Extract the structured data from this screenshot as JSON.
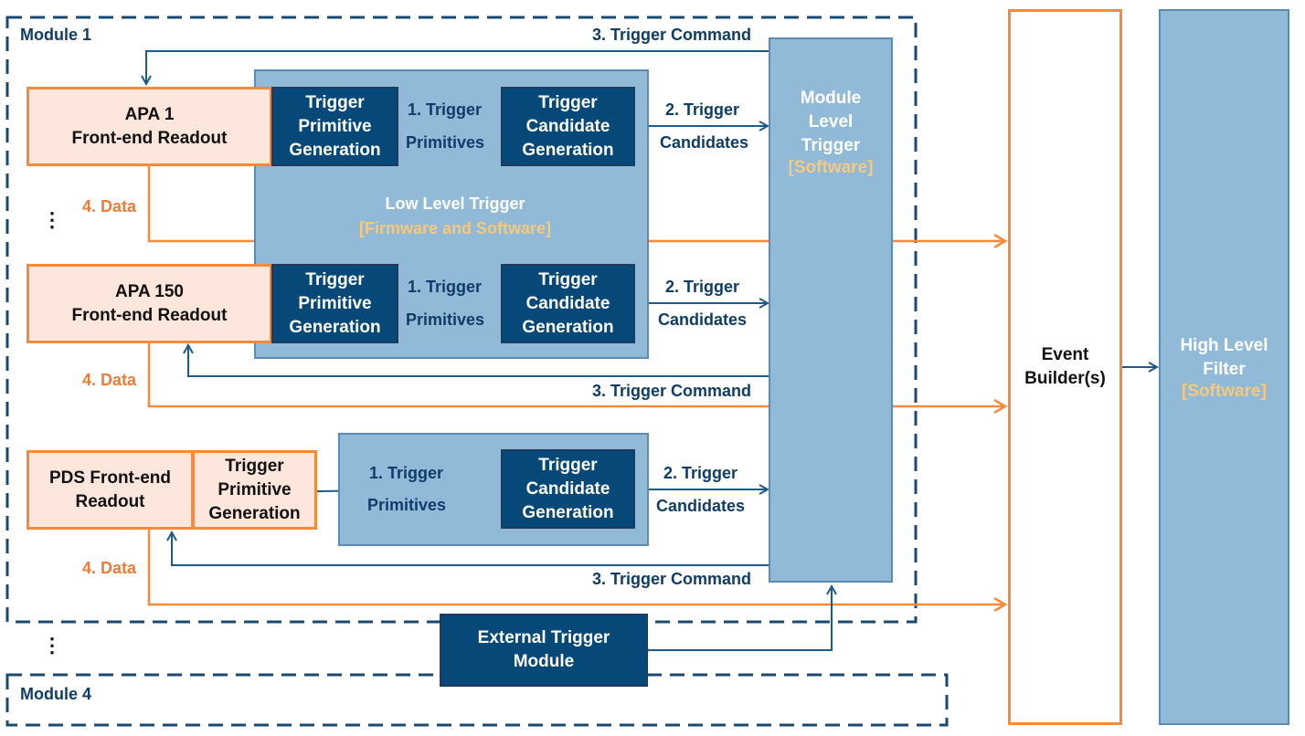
{
  "modules": {
    "module1_label": "Module 1",
    "module4_label": "Module 4",
    "ellipsis": "⋮"
  },
  "apa1": {
    "readout": "APA 1\nFront-end Readout",
    "tp": "Trigger\nPrimitive\nGeneration",
    "tc": "Trigger\nCandidate\nGeneration",
    "tp_edge_1": "1. Trigger",
    "tp_edge_2": "Primitives",
    "tc_edge_1": "2. Trigger",
    "tc_edge_2": "Candidates",
    "data": "4. Data",
    "cmd": "3. Trigger Command"
  },
  "apa150": {
    "readout": "APA 150\nFront-end Readout",
    "tp": "Trigger\nPrimitive\nGeneration",
    "tc": "Trigger\nCandidate\nGeneration",
    "tp_edge_1": "1. Trigger",
    "tp_edge_2": "Primitives",
    "tc_edge_1": "2. Trigger",
    "tc_edge_2": "Candidates",
    "data": "4. Data",
    "cmd": "3. Trigger Command"
  },
  "pds": {
    "readout": "PDS Front-end\nReadout",
    "tp": "Trigger\nPrimitive\nGeneration",
    "tc": "Trigger\nCandidate\nGeneration",
    "tp_edge_1": "1. Trigger",
    "tp_edge_2": "Primitives",
    "tc_edge_1": "2. Trigger",
    "tc_edge_2": "Candidates",
    "data": "4. Data",
    "cmd": "3. Trigger Command"
  },
  "llt": {
    "title": "Low Level Trigger",
    "subtitle": "[Firmware and Software]"
  },
  "mlt": {
    "title": "Module\nLevel\nTrigger",
    "subtitle": "[Software]"
  },
  "external": {
    "label": "External Trigger\nModule"
  },
  "event_builder": {
    "label": "Event\nBuilder(s)"
  },
  "hlf": {
    "title": "High Level\nFilter",
    "subtitle": "[Software]"
  },
  "colors": {
    "orange": "#f58a3c",
    "dark_blue": "#064878",
    "light_blue": "#91bad9",
    "arrow_blue": "#1d5a8c"
  }
}
